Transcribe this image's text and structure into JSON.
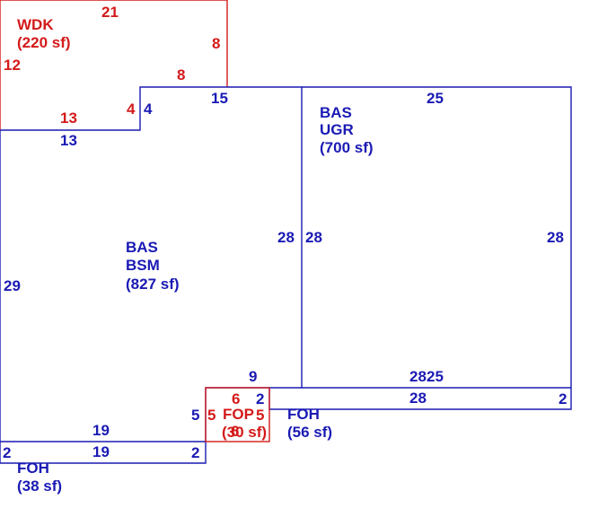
{
  "areas": {
    "wdk": {
      "code": "WDK",
      "area": "(220 sf)"
    },
    "bsm": {
      "code1": "BAS",
      "code2": "BSM",
      "area": "(827 sf)"
    },
    "ugr": {
      "code1": "BAS",
      "code2": "UGR",
      "area": "(700 sf)"
    },
    "fop": {
      "code": "FOP",
      "area": "(30 sf)"
    },
    "foh_right": {
      "code": "FOH",
      "area": "(56 sf)"
    },
    "foh_left": {
      "code": "FOH",
      "area": "(38 sf)"
    }
  },
  "dimensions": {
    "wdk_top": "21",
    "wdk_right": "8",
    "wdk_left": "12",
    "wdk_step": "8",
    "wdk_bottom": "13",
    "wdk_step_right": "4",
    "bsm_step": "4",
    "bsm_top": "15",
    "bsm_top_left": "13",
    "bsm_left": "29",
    "bsm_right": "28",
    "bsm_bottom_notch": "9",
    "bsm_bottom": "19",
    "ugr_top": "25",
    "ugr_left": "28",
    "ugr_right": "28",
    "ugr_bottom_left": "28",
    "ugr_bottom": "25",
    "fop_top": "6",
    "fop_left": "5",
    "fop_right": "5",
    "fop_bottom": "6",
    "foh_right_left": "2",
    "foh_right_bottom": "28",
    "foh_right_right": "2",
    "bsm_notch_left": "5",
    "foh_left_top": "19",
    "foh_left_left": "2",
    "foh_left_right": "2"
  },
  "colors": {
    "living": "#1a1ab4",
    "deck": "#d41a1a"
  }
}
